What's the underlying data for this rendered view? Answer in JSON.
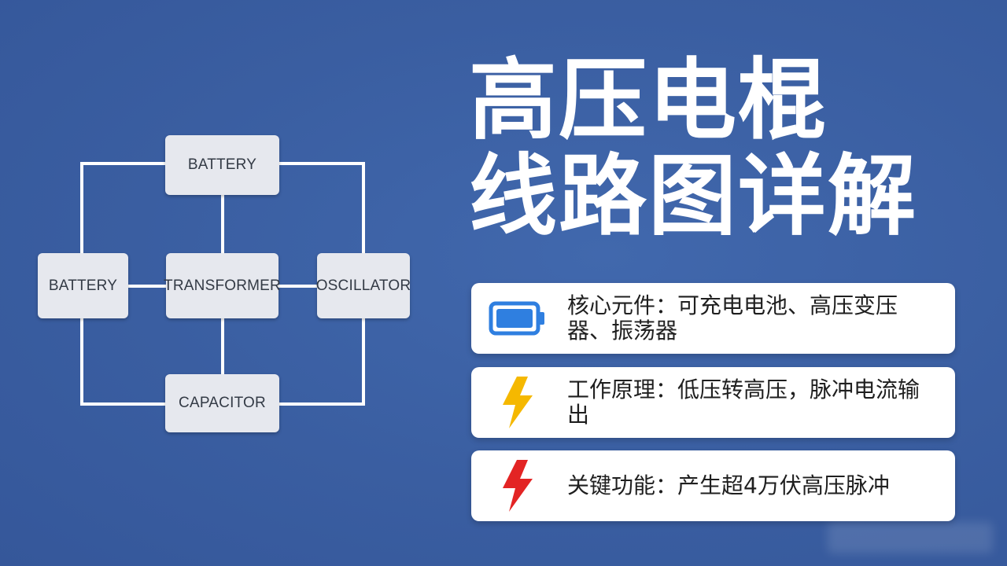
{
  "diagram": {
    "nodes": {
      "battery_top": "BATTERY",
      "battery_left": "BATTERY",
      "transformer": "TRANSFORMER",
      "oscillator": "OSCILLATOR",
      "capacitor": "CAPACITOR"
    },
    "colors": {
      "background": "#3a5da0",
      "node_fill": "#e6e8ee",
      "wire": "#ffffff"
    }
  },
  "title": {
    "line1": "高压电棍",
    "line2": "线路图详解"
  },
  "cards": [
    {
      "icon": "battery-icon",
      "text": "核心元件：可充电电池、高压变压器、振荡器",
      "icon_color": "#2f7fe0"
    },
    {
      "icon": "lightning-yellow-icon",
      "text": "工作原理：低压转高压，脉冲电流输出",
      "icon_color": "#f5b800"
    },
    {
      "icon": "lightning-red-icon",
      "text": "关键功能：产生超4万伏高压脉冲",
      "icon_color": "#e32424"
    }
  ]
}
